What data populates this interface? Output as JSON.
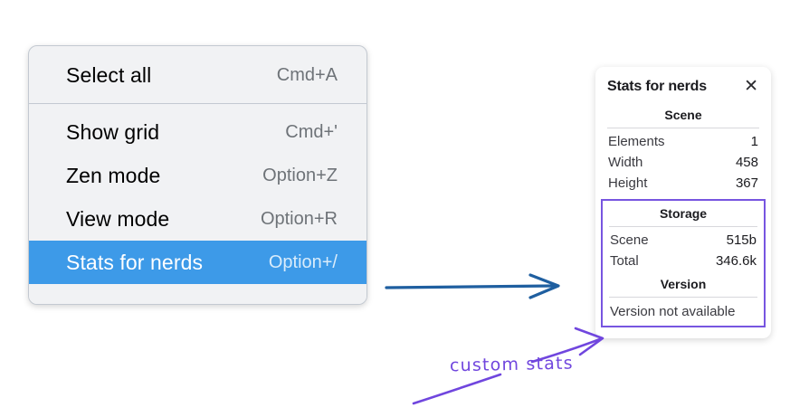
{
  "context_menu": {
    "groups": [
      {
        "items": [
          {
            "label": "Select all",
            "shortcut": "Cmd+A",
            "selected": false
          }
        ]
      },
      {
        "items": [
          {
            "label": "Show grid",
            "shortcut": "Cmd+'",
            "selected": false
          },
          {
            "label": "Zen mode",
            "shortcut": "Option+Z",
            "selected": false
          },
          {
            "label": "View mode",
            "shortcut": "Option+R",
            "selected": false
          },
          {
            "label": "Stats for nerds",
            "shortcut": "Option+/",
            "selected": true
          }
        ]
      }
    ]
  },
  "stats_panel": {
    "title": "Stats for nerds",
    "close_icon": "✕",
    "scene": {
      "heading": "Scene",
      "rows": [
        {
          "key": "Elements",
          "value": "1"
        },
        {
          "key": "Width",
          "value": "458"
        },
        {
          "key": "Height",
          "value": "367"
        }
      ]
    },
    "storage": {
      "heading": "Storage",
      "rows": [
        {
          "key": "Scene",
          "value": "515b"
        },
        {
          "key": "Total",
          "value": "346.6k"
        }
      ]
    },
    "version": {
      "heading": "Version",
      "note": "Version not available"
    }
  },
  "annotations": {
    "handwritten_label": "custom stats",
    "arrow_blue_color": "#1f5fa0",
    "arrow_purple_color": "#7046de",
    "highlight_box_color": "#7755e0"
  },
  "colors": {
    "menu_background": "#f1f2f4",
    "menu_border": "#c3c9d1",
    "menu_selected": "#3d9ae8",
    "panel_background": "#ffffff",
    "accent_purple": "#7046de",
    "accent_blue": "#1f5fa0"
  }
}
